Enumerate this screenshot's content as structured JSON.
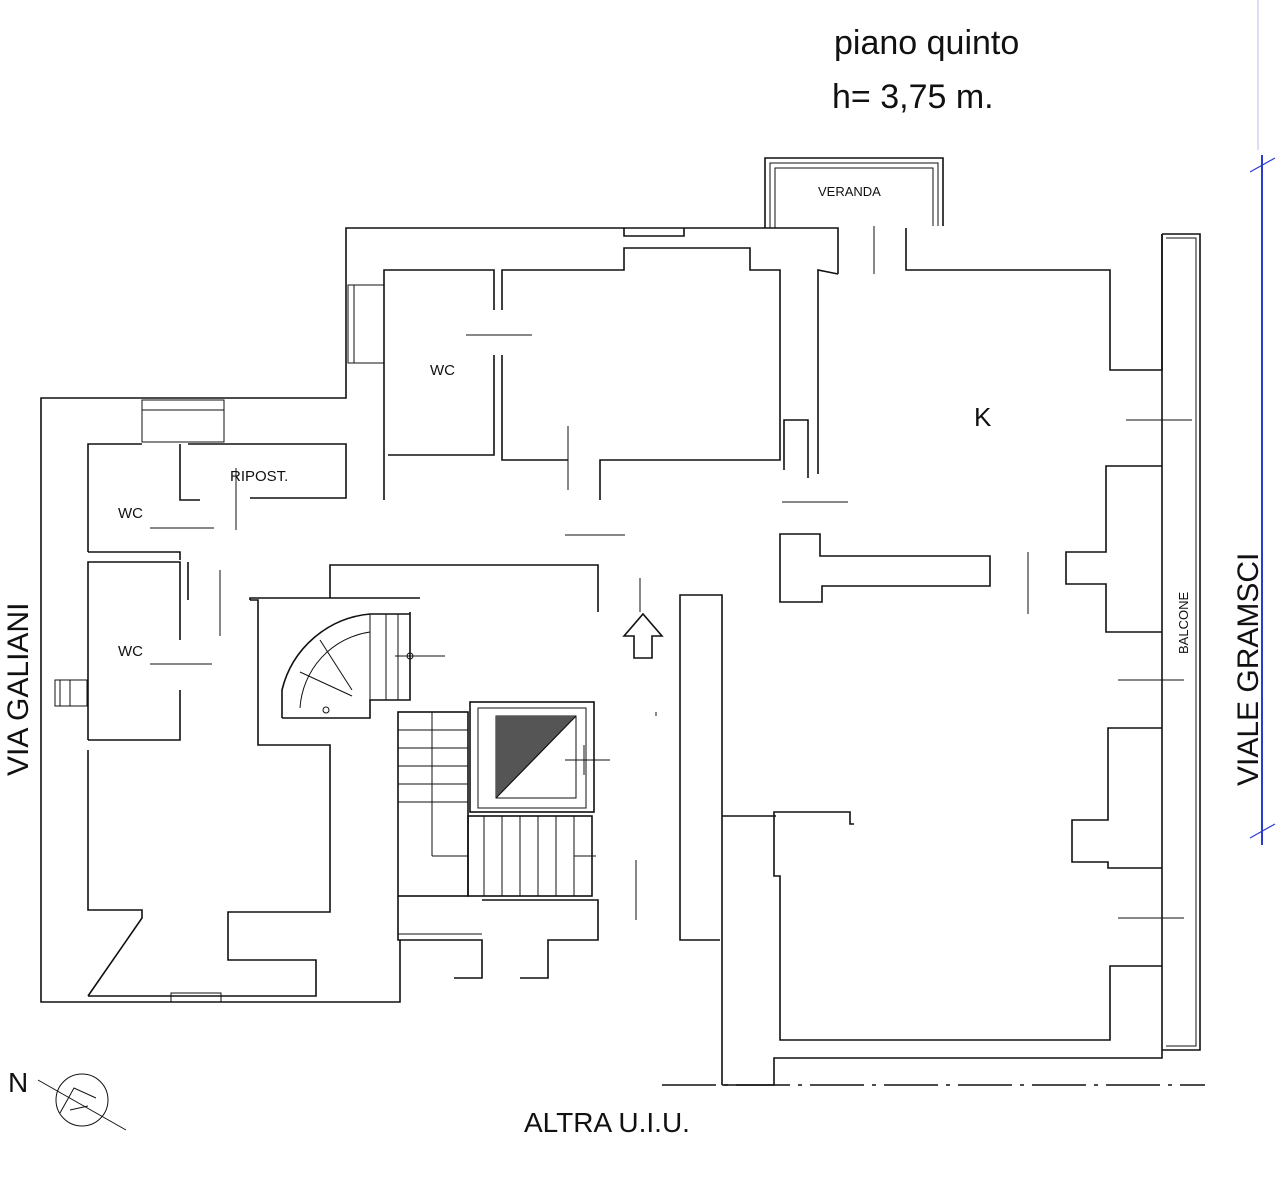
{
  "header": {
    "floor_label": "piano  quinto",
    "height_label": "h= 3,75 m."
  },
  "rooms": {
    "veranda": "VERANDA",
    "wc_1": "WC",
    "wc_2": "WC",
    "wc_3": "WC",
    "ripost": "RIPOST.",
    "k": "K",
    "balcone": "BALCONE"
  },
  "streets": {
    "left": "VIA GALIANI",
    "right": "VIALE GRAMSCI",
    "bottom": "ALTRA U.I.U."
  },
  "compass": {
    "north": "N"
  },
  "colors": {
    "line": "#111111",
    "dimension": "#2a3bd0",
    "background": "#ffffff"
  }
}
